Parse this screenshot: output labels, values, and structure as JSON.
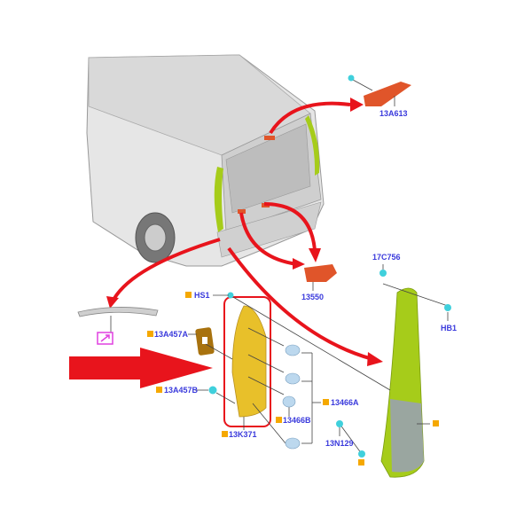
{
  "diagram": {
    "labels": {
      "p13A613": "13A613",
      "p13550": "13550",
      "p17C756": "17C756",
      "pHB1": "HB1",
      "pHS1": "HS1",
      "p13A457A": "13A457A",
      "p13A457B": "13A457B",
      "p13466A": "13466A",
      "p13466B": "13466B",
      "p13K371": "13K371",
      "p13N129": "13N129"
    },
    "colors": {
      "arrow": "#e8141c",
      "highlight_box": "#e8141c",
      "label_text": "#3a3adc",
      "marker": "#f5a800",
      "lamp_body": "#a6cc1a",
      "lamp_housing": "#e8c02a",
      "brake_lamp": "#e0552a",
      "fastener": "#40d0dc"
    },
    "icons": [
      "link-icon"
    ]
  }
}
